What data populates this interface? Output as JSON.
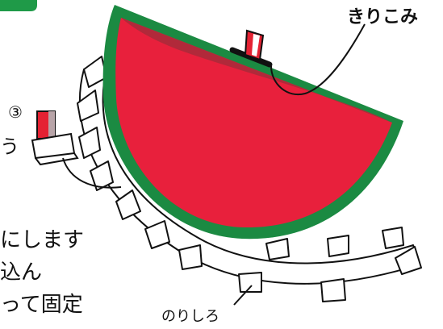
{
  "labels": {
    "kirikomi": "きりこみ",
    "norishiro": "のりしろ",
    "step_number": "③"
  },
  "text_fragments": [
    "う",
    "にします",
    "込ん",
    "って固定"
  ],
  "colors": {
    "rind": "#1b8a42",
    "flesh": "#e8203c",
    "flesh_shadow": "#b1293a",
    "brand_corner": "#1f9a48",
    "tab_red": "#e52233"
  }
}
